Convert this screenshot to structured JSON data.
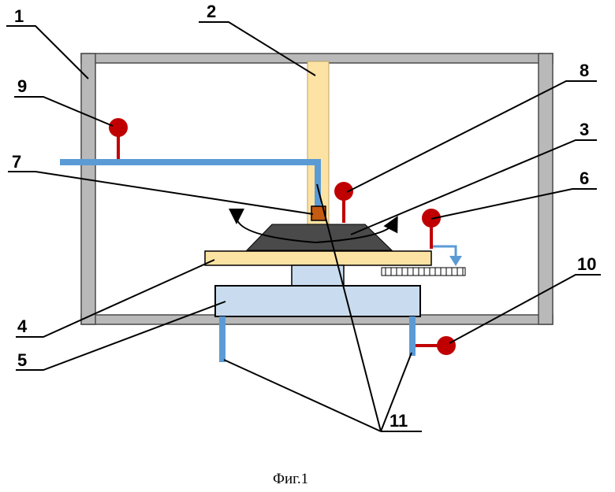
{
  "figure": {
    "caption": "Фиг.1",
    "callouts": [
      {
        "id": "1",
        "label": "1"
      },
      {
        "id": "2",
        "label": "2"
      },
      {
        "id": "3",
        "label": "3"
      },
      {
        "id": "4",
        "label": "4"
      },
      {
        "id": "5",
        "label": "5"
      },
      {
        "id": "6",
        "label": "6"
      },
      {
        "id": "7",
        "label": "7"
      },
      {
        "id": "8",
        "label": "8"
      },
      {
        "id": "9",
        "label": "9"
      },
      {
        "id": "10",
        "label": "10"
      },
      {
        "id": "11",
        "label": "11"
      }
    ]
  },
  "colors": {
    "frame": "#b9b9b9",
    "frame_stroke": "#4a4a4a",
    "column": "#fde3a3",
    "platform": "#fde3a3",
    "base": "#c9dcef",
    "pipe": "#5b9bd5",
    "valve": "#c00000",
    "disc": "#4a4a4a",
    "block": "#c55a11",
    "line": "#000000"
  }
}
